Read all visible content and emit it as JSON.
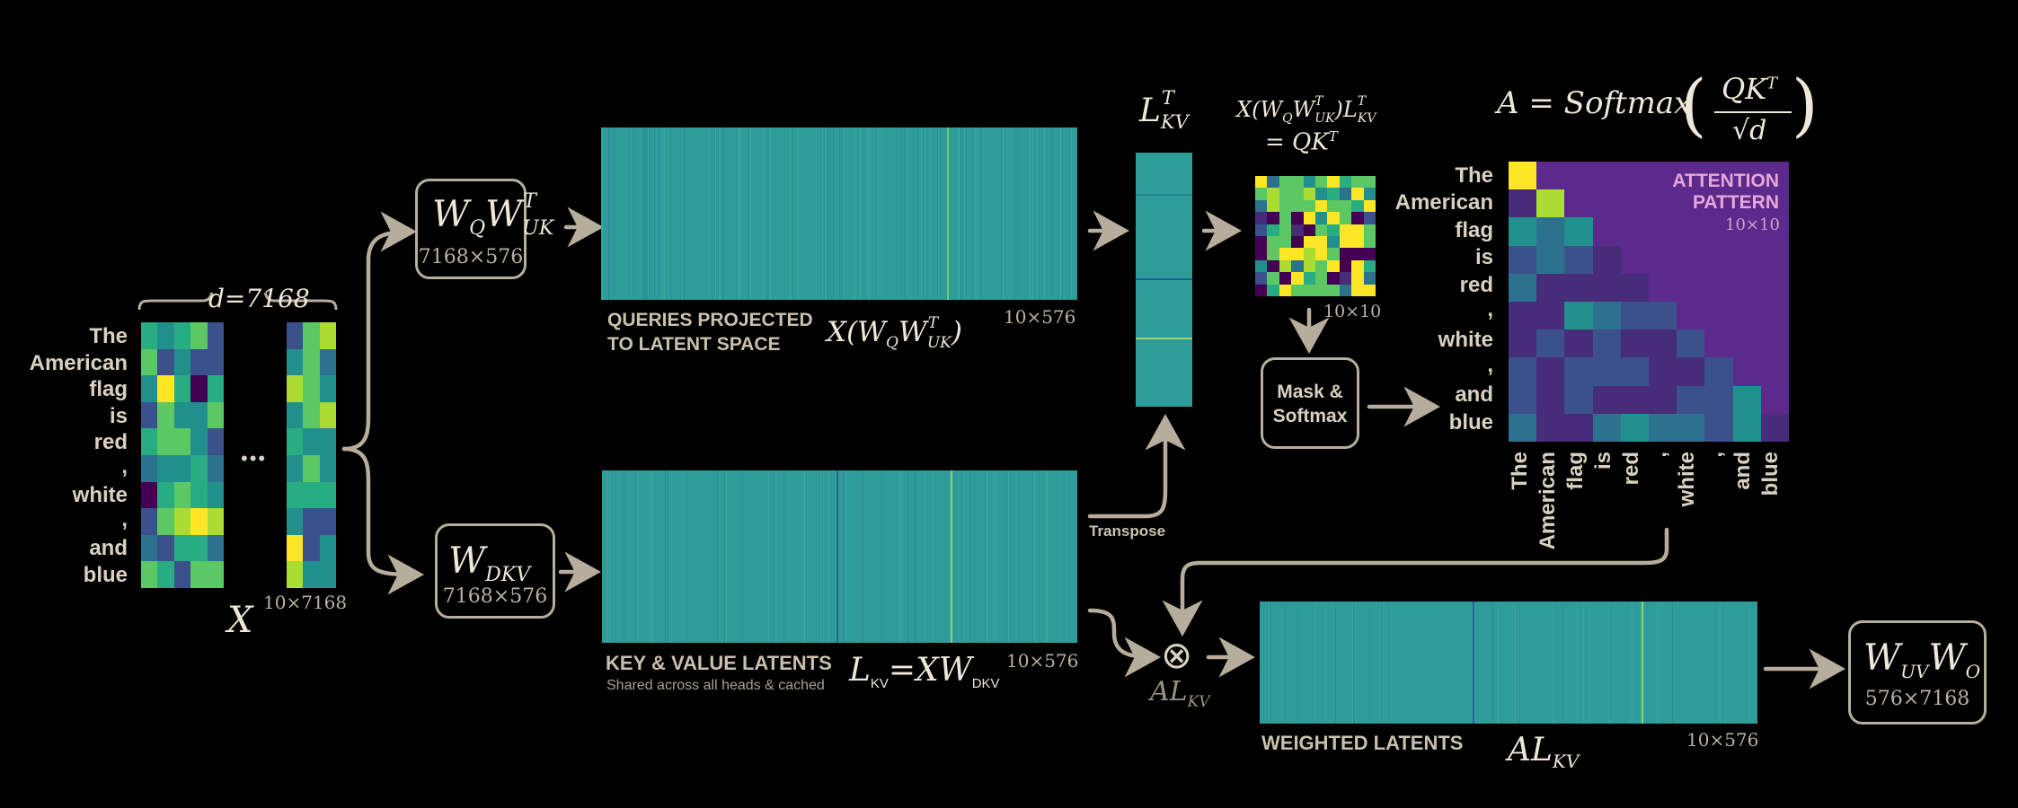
{
  "input": {
    "tokens": [
      "The",
      "American",
      "flag",
      "is",
      "red",
      ",",
      "white",
      ",",
      "and",
      "blue"
    ],
    "brace_label": "d=7168",
    "ellipsis": "•••",
    "name": "X",
    "dims": "10×7168"
  },
  "wq_box": {
    "label_main": "W",
    "label_q": "Q",
    "label_w2": "W",
    "label_sup": "T",
    "label_sub": "UK",
    "dims": "7168×576"
  },
  "wdkv_box": {
    "label_main": "W",
    "label_sub": "DKV",
    "dims": "7168×576"
  },
  "queries": {
    "caption_line1": "QUERIES PROJECTED",
    "caption_line2": "TO LATENT SPACE",
    "formula": "X(W",
    "formula_q": "Q",
    "formula_w2": "W",
    "formula_sup": "T",
    "formula_sub": "UK",
    "formula_end": ")",
    "dims": "10×576"
  },
  "kv": {
    "caption": "KEY & VALUE LATENTS",
    "subcaption": "Shared across all heads & cached",
    "formula_l": "L",
    "formula_l_sub": "KV",
    "formula_eq": "=XW",
    "formula_sub": "DKV",
    "dims": "10×576"
  },
  "transpose": {
    "label": "Transpose",
    "title_l": "L",
    "title_sup": "T",
    "title_sub": "KV"
  },
  "qkt": {
    "line1": "X(W",
    "line1_q": "Q",
    "line1_w2": "W",
    "line1_sup": "T",
    "line1_sub": "UK",
    "line1_end": ")L",
    "line1_sup2": "T",
    "line1_sub2": "KV",
    "line2": "= QK",
    "line2_sup": "T",
    "dims": "10×10"
  },
  "softmax_formula": {
    "lhs": "A = Softmax",
    "num": "QK",
    "num_sup": "T",
    "den": "√d"
  },
  "mask_box": {
    "line1": "Mask &",
    "line2": "Softmax"
  },
  "attention": {
    "label_line1": "ATTENTION",
    "label_line2": "PATTERN",
    "dims": "10×10",
    "row_tokens": [
      "The",
      "American",
      "flag",
      "is",
      "red",
      ",",
      "white",
      ",",
      "and",
      "blue"
    ],
    "col_tokens": [
      "The",
      "American",
      "flag",
      "is",
      "red",
      ",",
      "white",
      ",",
      "and",
      "blue"
    ]
  },
  "multiply": {
    "symbol": "⊗",
    "label_a": "AL",
    "label_sub": "KV"
  },
  "weighted": {
    "caption": "WEIGHTED LATENTS",
    "formula": "AL",
    "formula_sub": "KV",
    "dims": "10×576"
  },
  "wo_box": {
    "label_w": "W",
    "label_sub1": "UV",
    "label_w2": "W",
    "label_sub2": "O",
    "dims": "576×7168"
  },
  "colors": {
    "background": "#000000",
    "arrow": "#b6ad9c",
    "text": "#d9d0c0",
    "viridis_dark": "#440154",
    "viridis_purple": "#5b2a8c",
    "viridis_teal": "#2e9d9a",
    "viridis_yellow": "#fde725"
  }
}
